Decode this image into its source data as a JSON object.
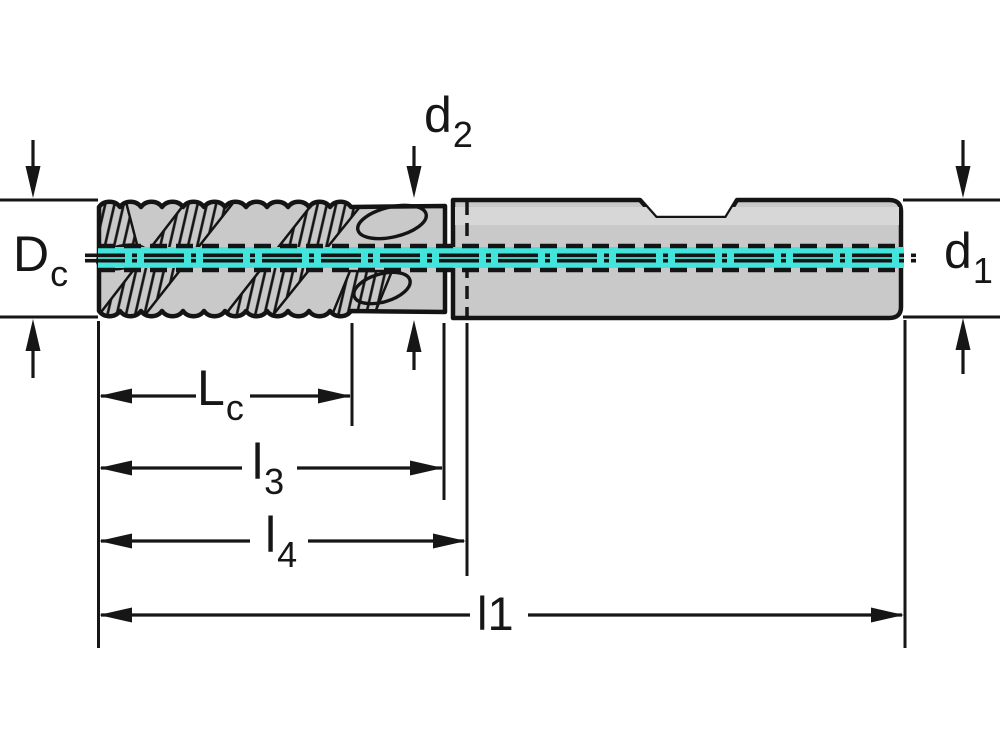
{
  "drawing": {
    "labels": {
      "cutting_diameter": {
        "main": "D",
        "sub": "c"
      },
      "neck_diameter": {
        "main": "d",
        "sub": "2"
      },
      "shank_diameter": {
        "main": "d",
        "sub": "1"
      },
      "cutting_length": {
        "main": "L",
        "sub": "c"
      },
      "length_l3": {
        "main": "l",
        "sub": "3"
      },
      "length_l4": {
        "main": "l",
        "sub": "4"
      },
      "overall_length": {
        "main": "l1",
        "sub": ""
      }
    },
    "colors": {
      "coolant_highlight": "#42E4DC",
      "body_fill": "#C9C9C9",
      "body_highlight": "#D7D7D7",
      "line": "#161616",
      "background": "#FFFFFF"
    }
  }
}
